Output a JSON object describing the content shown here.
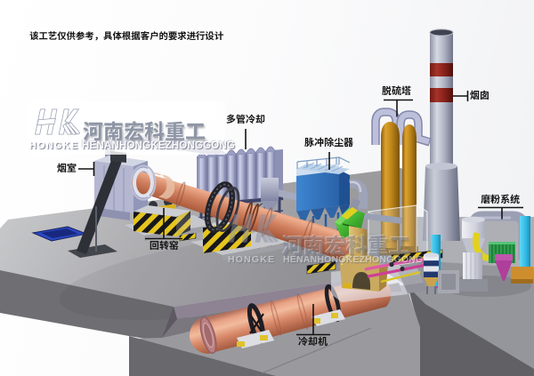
{
  "disclaimer": "该工艺仅供参考，具体根据客户的要求进行设计",
  "watermark": {
    "logo_text": "HK",
    "brand_cn": "河南宏科重工",
    "brand_en_left": "HONGKE",
    "brand_en_right": "HENANHONGKEZHONGGONG"
  },
  "equipment_labels": {
    "smoke_chamber": "烟室",
    "multi_tube_cooler": "多管冷却",
    "pulse_dust_collector": "脉冲除尘器",
    "desulfurization_tower": "脱硫塔",
    "chimney": "烟囱",
    "rotary_kiln": "回转窑",
    "cooling_machine": "冷却机",
    "grinding_system": "磨粉系统"
  },
  "colors": {
    "kiln_shell": "#d0805f",
    "chimney_band_red": "#9b2921",
    "dust_collector_blue": "#2f74c0",
    "desulfurization_tower_amber": "#c88c1d",
    "hazard_yellow": "#e9c91e",
    "pit_blue": "#2038b0",
    "platform_gray": "#9c9c9e",
    "watermark_gray": "#959caa"
  }
}
